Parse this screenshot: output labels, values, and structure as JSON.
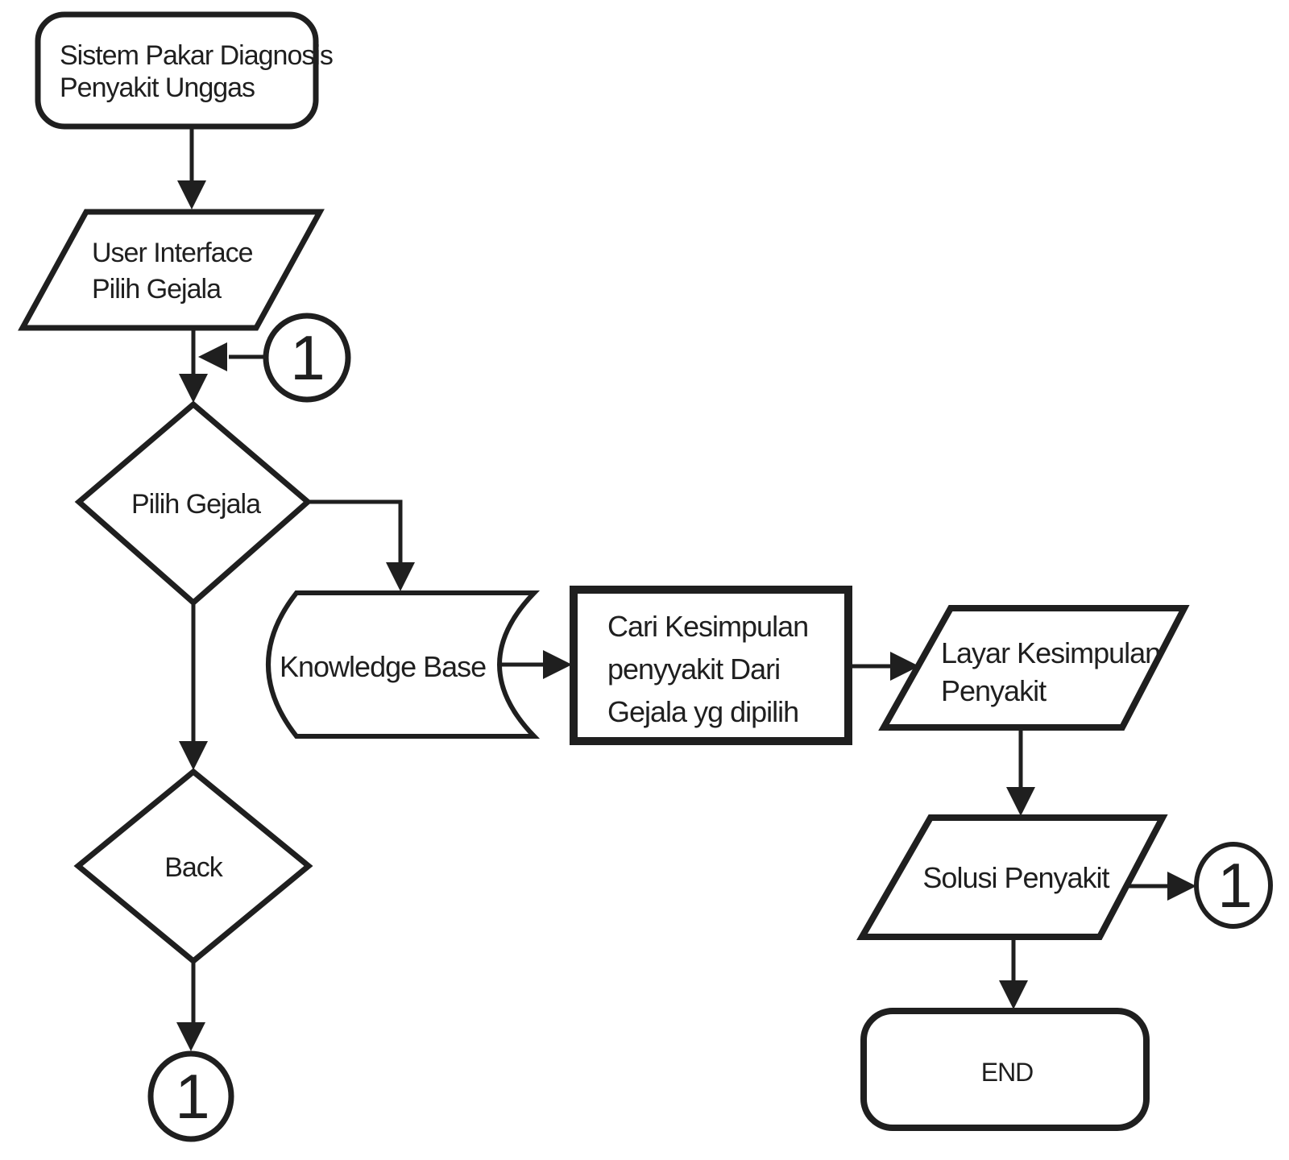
{
  "colors": {
    "ink": "#1f1f1f",
    "background": "#ffffff"
  },
  "nodes": {
    "start": {
      "type": "terminator",
      "lines": [
        "Sistem Pakar Diagnosis",
        "Penyakit Unggas"
      ]
    },
    "user_interface": {
      "type": "input-output",
      "lines": [
        "User Interface",
        "Pilih Gejala"
      ]
    },
    "pilih_gejala": {
      "type": "decision",
      "label": "Pilih Gejala"
    },
    "knowledge_base": {
      "type": "stored-data",
      "label": "Knowledge Base"
    },
    "cari_kesimpulan": {
      "type": "process",
      "lines": [
        "Cari Kesimpulan",
        "penyyakit Dari",
        "Gejala yg dipilih"
      ]
    },
    "layar_kesimpulan": {
      "type": "input-output",
      "lines": [
        "Layar Kesimpulan",
        "Penyakit"
      ]
    },
    "solusi_penyakit": {
      "type": "input-output",
      "label": "Solusi Penyakit"
    },
    "back": {
      "type": "decision",
      "label": "Back"
    },
    "end": {
      "type": "terminator",
      "label": "END"
    }
  },
  "connectors": [
    {
      "label": "1"
    },
    {
      "label": "1"
    },
    {
      "label": "1"
    }
  ],
  "edges": [
    {
      "from": "start",
      "to": "user_interface"
    },
    {
      "from": "user_interface",
      "to": "pilih_gejala"
    },
    {
      "from": "connector_1",
      "to": "pilih_gejala"
    },
    {
      "from": "pilih_gejala",
      "to": "knowledge_base"
    },
    {
      "from": "knowledge_base",
      "to": "cari_kesimpulan"
    },
    {
      "from": "cari_kesimpulan",
      "to": "layar_kesimpulan"
    },
    {
      "from": "layar_kesimpulan",
      "to": "solusi_penyakit"
    },
    {
      "from": "solusi_penyakit",
      "to": "connector_1"
    },
    {
      "from": "solusi_penyakit",
      "to": "end"
    },
    {
      "from": "pilih_gejala",
      "to": "back"
    },
    {
      "from": "back",
      "to": "connector_1"
    }
  ]
}
